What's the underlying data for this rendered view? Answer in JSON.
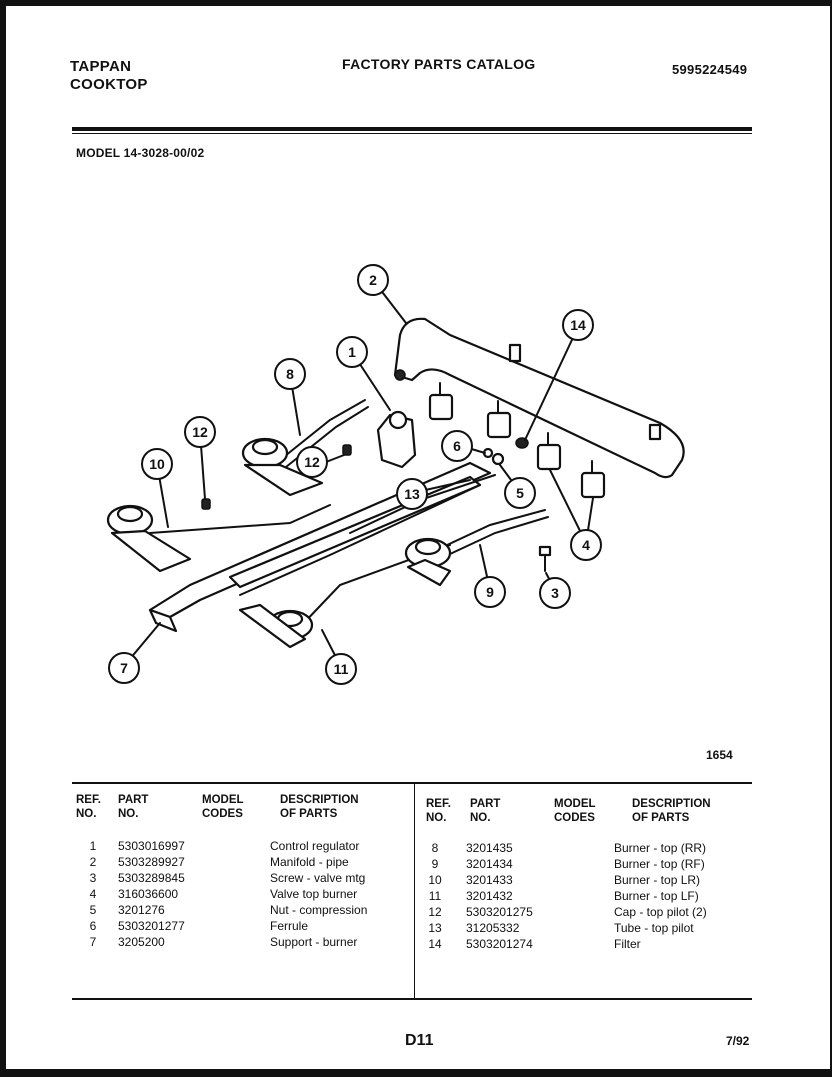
{
  "header": {
    "brand_line1": "TAPPAN",
    "brand_line2": "COOKTOP",
    "title": "FACTORY PARTS CATALOG",
    "catalog_number": "5995224549"
  },
  "model": "MODEL 14-3028-00/02",
  "diagram": {
    "id": "1654",
    "callouts": [
      "1",
      "2",
      "3",
      "4",
      "5",
      "6",
      "7",
      "8",
      "9",
      "10",
      "11",
      "12",
      "12",
      "13",
      "14"
    ]
  },
  "table": {
    "headers": {
      "ref": "REF.\nNO.",
      "part": "PART\nNO.",
      "model": "MODEL\nCODES",
      "desc": "DESCRIPTION\nOF PARTS"
    },
    "left_rows": [
      {
        "ref": "1",
        "part": "5303016997",
        "codes": "",
        "desc": "Control regulator"
      },
      {
        "ref": "2",
        "part": "5303289927",
        "codes": "",
        "desc": "Manifold - pipe"
      },
      {
        "ref": "3",
        "part": "5303289845",
        "codes": "",
        "desc": "Screw - valve mtg"
      },
      {
        "ref": "4",
        "part": "316036600",
        "codes": "",
        "desc": "Valve top burner"
      },
      {
        "ref": "5",
        "part": "3201276",
        "codes": "",
        "desc": "Nut - compression"
      },
      {
        "ref": "6",
        "part": "5303201277",
        "codes": "",
        "desc": "Ferrule"
      },
      {
        "ref": "7",
        "part": "3205200",
        "codes": "",
        "desc": "Support - burner"
      }
    ],
    "right_rows": [
      {
        "ref": "8",
        "part": "3201435",
        "codes": "",
        "desc": "Burner - top (RR)"
      },
      {
        "ref": "9",
        "part": "3201434",
        "codes": "",
        "desc": "Burner - top (RF)"
      },
      {
        "ref": "10",
        "part": "3201433",
        "codes": "",
        "desc": "Burner - top LR)"
      },
      {
        "ref": "11",
        "part": "3201432",
        "codes": "",
        "desc": "Burner - top LF)"
      },
      {
        "ref": "12",
        "part": "5303201275",
        "codes": "",
        "desc": "Cap - top pilot (2)"
      },
      {
        "ref": "13",
        "part": "31205332",
        "codes": "",
        "desc": "Tube - top pilot"
      },
      {
        "ref": "14",
        "part": "5303201274",
        "codes": "",
        "desc": "Filter"
      }
    ]
  },
  "footer": {
    "page_id": "D11",
    "date": "7/92"
  }
}
